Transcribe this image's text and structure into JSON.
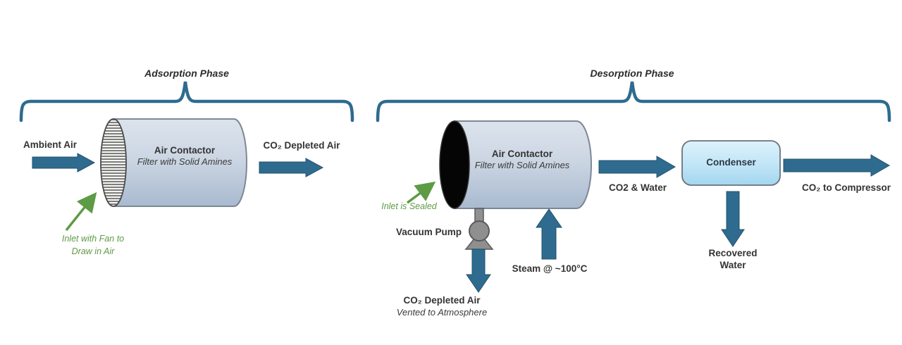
{
  "diagram": {
    "type": "process-flow",
    "subject": "Direct air capture CO₂ adsorption/desorption cycle",
    "colors": {
      "flow_arrow": "#2e6b8f",
      "brace": "#2e6b8f",
      "text": "#333333",
      "annotation_green": "#5d9b45",
      "cylinder_body_light": "#dce3ec",
      "cylinder_body_dark": "#a9bacf",
      "sealed_inlet": "#050505",
      "condenser_top": "#ddf2fc",
      "condenser_bottom": "#a3d6ef",
      "pump_gray": "#8f8f8f"
    },
    "adsorption": {
      "title": "Adsorption Phase",
      "inlet_label": "Ambient Air",
      "contactor_title": "Air Contactor",
      "contactor_subtitle": "Filter with Solid Amines",
      "outlet_label": "CO₂ Depleted Air",
      "inlet_note_line1": "Inlet with Fan to",
      "inlet_note_line2": "Draw in Air"
    },
    "desorption": {
      "title": "Desorption Phase",
      "contactor_title": "Air Contactor",
      "contactor_subtitle": "Filter with Solid Amines",
      "inlet_note": "Inlet is Sealed",
      "vacuum_pump_label": "Vacuum Pump",
      "vent_line1": "CO₂ Depleted Air",
      "vent_line2": "Vented to Atmosphere",
      "steam_label": "Steam @ ~100°C",
      "co2_water_label": "CO2 & Water",
      "condenser_label": "Condenser",
      "compressor_label": "CO₂ to Compressor",
      "recovered_line1": "Recovered",
      "recovered_line2": "Water"
    }
  }
}
